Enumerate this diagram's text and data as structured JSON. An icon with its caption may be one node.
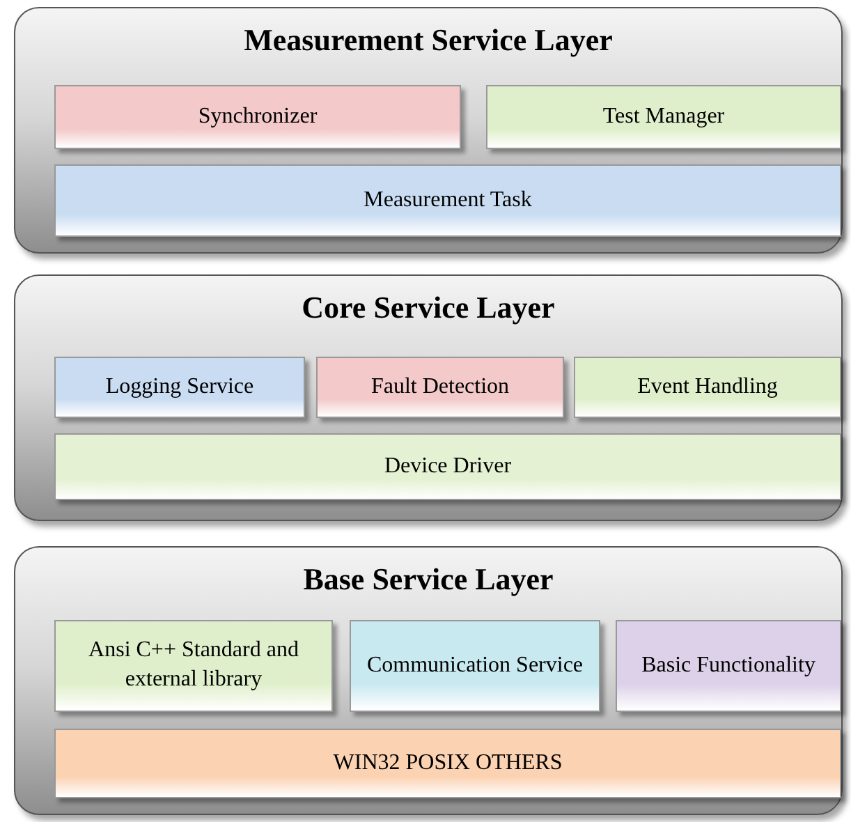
{
  "diagram": {
    "nodes": [
      {
        "text": [
          "Measurement Service Layer"
        ]
      },
      {
        "text": [
          "Synchronizer"
        ],
        "in": 0
      },
      {
        "text": [
          "Test Manager"
        ],
        "in": 0
      },
      {
        "text": [
          "Measurement Task"
        ],
        "in": 0
      },
      {
        "text": [
          "Core Service Layer"
        ]
      },
      {
        "text": [
          "Logging Service"
        ],
        "in": 4
      },
      {
        "text": [
          "Fault Detection"
        ],
        "in": 4
      },
      {
        "text": [
          "Event Handling"
        ],
        "in": 4
      },
      {
        "text": [
          "Device Driver"
        ],
        "in": 4
      },
      {
        "text": [
          "Base Service Layer"
        ]
      },
      {
        "text": [
          "Ansi C++ Standard and external library"
        ],
        "in": 9
      },
      {
        "text": [
          "Communication Service"
        ],
        "in": 9
      },
      {
        "text": [
          "Basic Functionality"
        ],
        "in": 9
      },
      {
        "text": [
          "WIN32 POSIX OTHERS"
        ],
        "in": 9
      }
    ]
  }
}
